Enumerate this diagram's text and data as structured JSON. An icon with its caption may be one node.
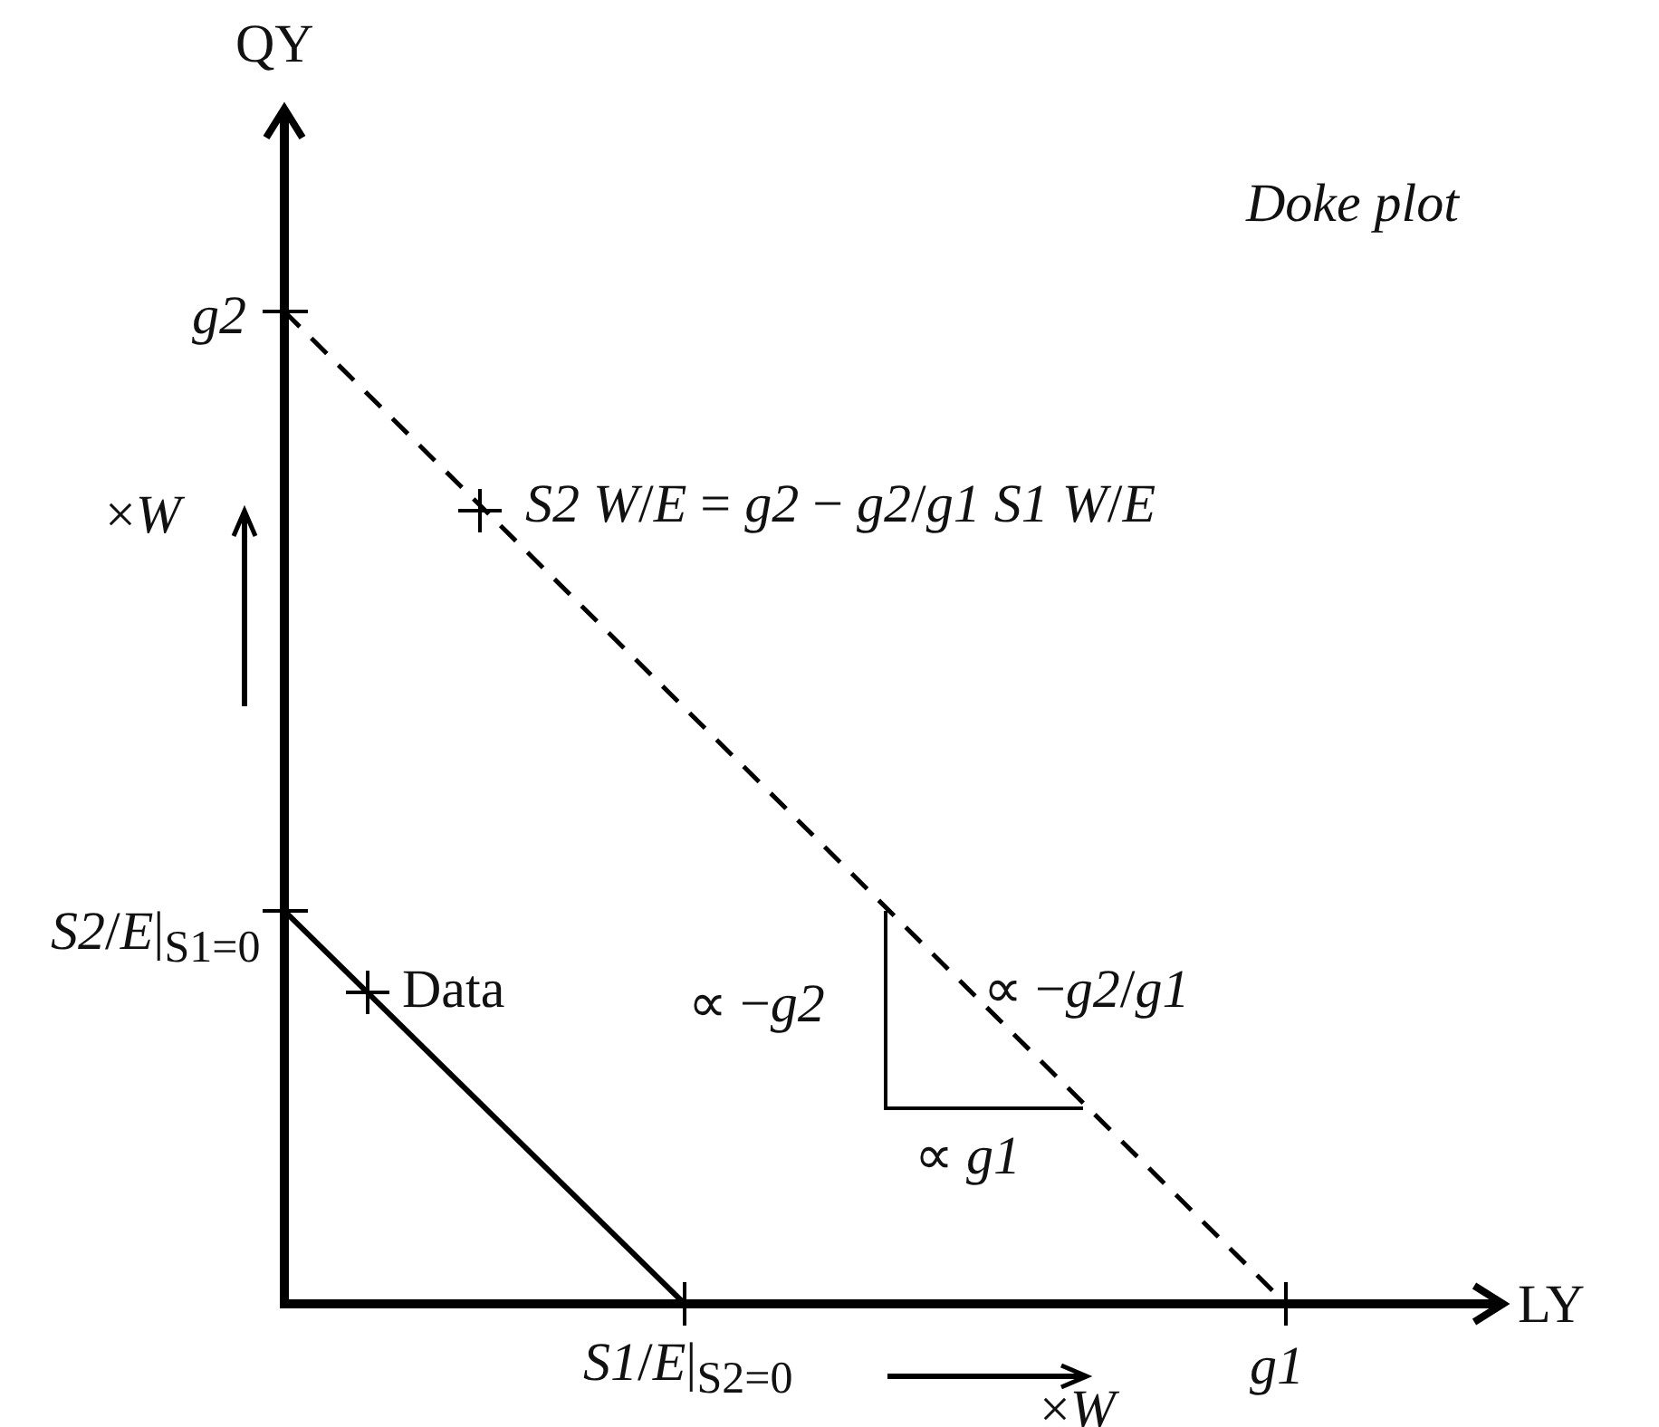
{
  "diagram": {
    "title": "Doke plot",
    "labels": [
      "QY",
      "g2",
      "×*W*",
      "*S2* *W*/*E* = *g2* − *g2*/*g1* *S1* *W*/*E*",
      "*S2*/*E*|$_{S1=0}$",
      "Data",
      "∝ −*g2*",
      "∝ −*g2*/*g1*",
      "∝ *g1*",
      "LY",
      "*S1*/*E*|$_{S2=0}$",
      "×*W*",
      "g1"
    ]
  }
}
